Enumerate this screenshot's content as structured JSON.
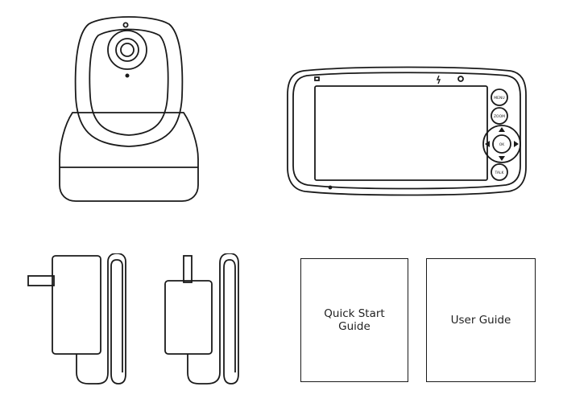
{
  "items": {
    "camera": {
      "icon": "baby-camera-icon"
    },
    "monitor": {
      "icon": "parent-monitor-icon",
      "buttons": {
        "menu": "MENU",
        "zoom": "ZOOM",
        "talk": "TALK",
        "ok": "OK"
      }
    },
    "adapter_camera": {
      "icon": "power-adapter-icon"
    },
    "adapter_monitor": {
      "icon": "power-adapter-icon"
    },
    "quick_start_guide": {
      "label": "Quick Start\nGuide"
    },
    "user_guide": {
      "label": "User Guide"
    }
  },
  "colors": {
    "line": "#1a1a1a",
    "background": "#ffffff"
  }
}
